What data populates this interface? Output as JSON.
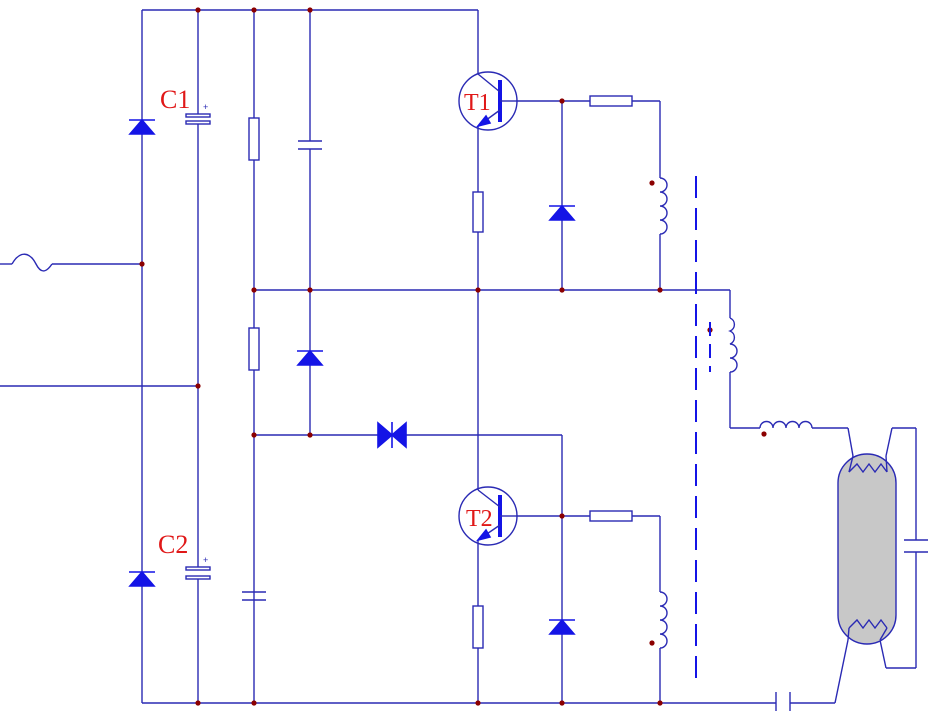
{
  "labels": {
    "c1": "C1",
    "c2": "C2",
    "t1": "T1",
    "t2": "T2",
    "polarity": "+"
  },
  "colors": {
    "wire": "#2a2ab4",
    "diode": "#1414e6",
    "label": "#e01818",
    "junction": "#8b0000",
    "lamp": "#c8c8c8"
  }
}
